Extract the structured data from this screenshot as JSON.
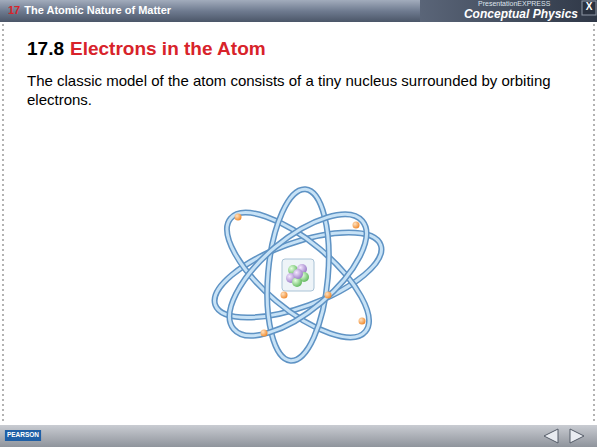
{
  "diagram": {
    "labels": [
      "17",
      "The Atomic Nature of Matter",
      "PresentationEXPRESS",
      "Conceptual Physics",
      "X",
      "17.8",
      "Electrons in the Atom",
      "The classic model of the atom consists of a tiny nucleus surrounded by orbiting electrons.",
      "PEARSON"
    ]
  }
}
